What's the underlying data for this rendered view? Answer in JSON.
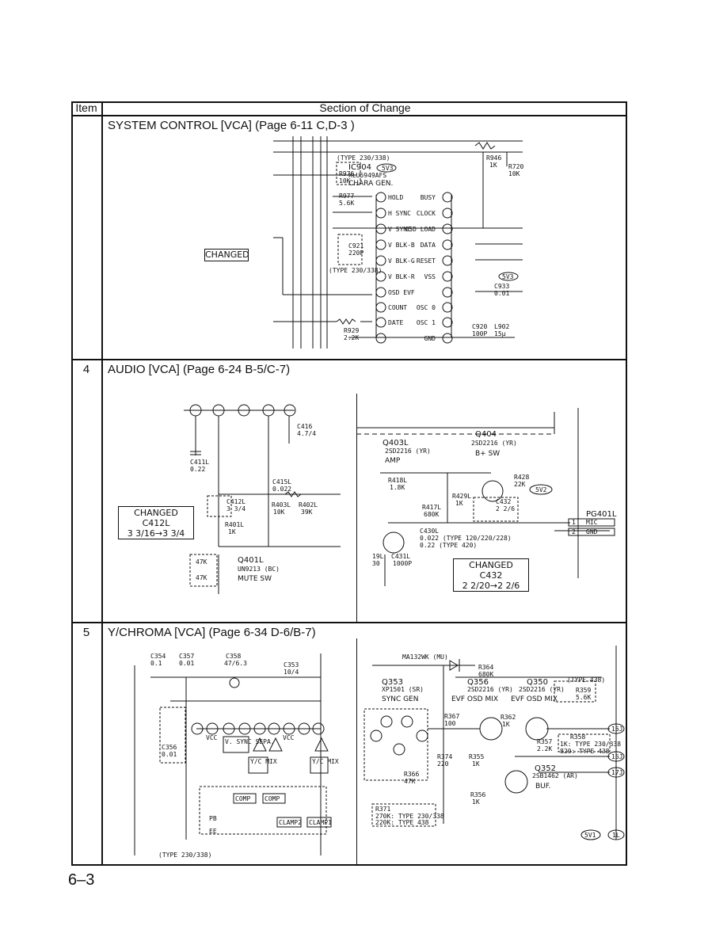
{
  "header": {
    "item": "Item",
    "section": "Section of Change"
  },
  "rows": [
    {
      "item": "",
      "title": "SYSTEM CONTROL [VCA]  (Page 6-11 C,D-3 )",
      "changed": "CHANGED",
      "ic": {
        "ref": "IC904",
        "part": "XLU5949AFS",
        "name": "CHARA GEN."
      },
      "left_pins": [
        "HOLD",
        "H SYNC",
        "V SYNC",
        "V BLK-B",
        "V BLK-G",
        "V BLK-R",
        "OSD EVF",
        "COUNT",
        "DATE"
      ],
      "right_pins": [
        "BUSY",
        "CLOCK",
        "OSD LOAD",
        "DATA",
        "RESET",
        "VSS",
        "",
        "OSC 0",
        "OSC 1",
        "GND"
      ],
      "labels": [
        "(TYPE 230/338)",
        "R976",
        "10K",
        "5V3",
        "R977",
        "5.6K",
        "C921",
        "220P",
        "(TYPE 230/338)",
        "R929",
        "2.2K",
        "R946",
        "1K",
        "R720",
        "10K",
        "C933",
        "0.01",
        "C920",
        "100P",
        "L902",
        "15μ",
        "5V3"
      ]
    },
    {
      "item": "4",
      "title": "AUDIO [VCA]  (Page 6-24  B-5/C-7)",
      "changed_left": {
        "label": "CHANGED",
        "part": "C412L",
        "change": "3 3/16→3 3/4"
      },
      "changed_right": {
        "label": "CHANGED",
        "part": "C432",
        "change": "2 2/20→2 2/6"
      },
      "labels": [
        "C411L",
        "0.22",
        "C416",
        "4.7/4",
        "C415L",
        "0.022",
        "C412L",
        "3 3/4",
        "R403L",
        "10K",
        "R402L",
        "39K",
        "R401L",
        "1K",
        "Q401L",
        "UN9213 (BC)",
        "MUTE SW",
        "47K",
        "47K",
        "Q403L",
        "2SD2216 (YR)",
        "AMP",
        "Q404",
        "2SD2216 (YR)",
        "B+ SW",
        "R418L",
        "1.8K",
        "R429L",
        "1K",
        "R428",
        "22K",
        "R417L",
        "680K",
        "C432",
        "2 2/6",
        "C430L",
        "0.022 (TYPE 120/220/228)",
        "0.22 (TYPE 420)",
        "C431L",
        "1000P",
        "19L",
        "30",
        "5V2",
        "PG401L",
        "MIC",
        "GND",
        "1",
        "2"
      ]
    },
    {
      "item": "5",
      "title": "Y/CHROMA [VCA]  (Page 6-34  D-6/B-7)",
      "labels": [
        "C354",
        "0.1",
        "C357",
        "0.01",
        "C358",
        "47/6.3",
        "C353",
        "10/4",
        "VCC",
        "VCC",
        "V. SYNC SEPA.",
        "Y/C MIX",
        "Y/C MIX",
        "COMP",
        "COMP",
        "CLAMP2",
        "CLAMP1",
        "C356",
        "0.01",
        "PB",
        "EE",
        "(TYPE 230/338)",
        "MA132WK (MU)",
        "R364",
        "680K",
        "Q353",
        "XP1501 (SR)",
        "SYNC GEN",
        "Q356",
        "2SD2216 (YR)",
        "EVF OSD MIX",
        "Q350",
        "2SD2216 (YR)",
        "EVF OSD MIX",
        "(TYPE 438)",
        "R359",
        "5.6K",
        "R367",
        "100",
        "R362",
        "1K",
        "R358",
        "R357",
        "1K: TYPE 230/338",
        "2.2K",
        "820: TYPE 438",
        "R374",
        "220",
        "R355",
        "1K",
        "R366",
        "47K",
        "Q352",
        "2SB1462 (AR)",
        "BUF.",
        "R356",
        "1K",
        "R371",
        "270K: TYPE 230/338",
        "220K: TYPE 438",
        "15J",
        "16J",
        "17J",
        "5V1",
        "1L"
      ]
    }
  ],
  "page_number": "6–3"
}
